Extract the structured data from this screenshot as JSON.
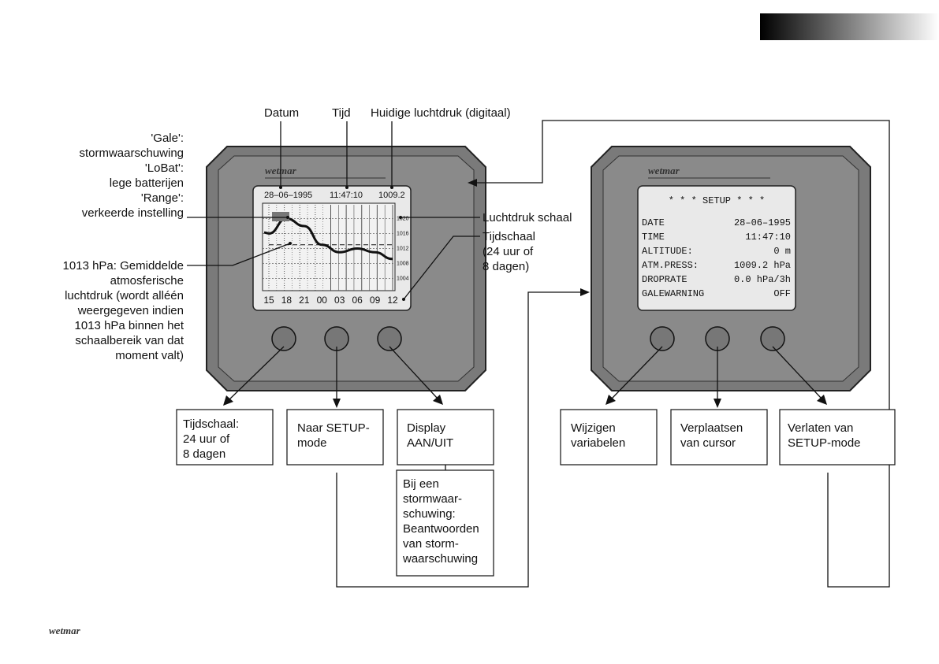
{
  "brand": "wetmar",
  "left_labels": {
    "gale": [
      "'Gale':",
      "stormwaarschuwing",
      "'LoBat':",
      "lege batterijen",
      "'Range':",
      "verkeerde instelling"
    ],
    "mean": [
      "1013 hPa: Gemiddelde",
      "atmosferische",
      "luchtdruk (wordt alléén",
      "weergegeven indien",
      "1013 hPa binnen het",
      "schaalbereik van dat",
      "moment valt)"
    ]
  },
  "top_labels": {
    "datum": "Datum",
    "tijd": "Tijd",
    "huidige": "Huidige luchtdruk (digitaal)"
  },
  "right_labels": {
    "schaal": "Luchtdruk schaal",
    "tijdschaal": [
      "Tijdschaal",
      "(24 uur of",
      "8 dagen)"
    ]
  },
  "display_left": {
    "date": "28–06–1995",
    "time": "11:47:10",
    "pressure": "1009.2",
    "y_ticks": [
      "1020",
      "1016",
      "1012",
      "1008",
      "1004"
    ],
    "hours": [
      "15",
      "18",
      "21",
      "00",
      "03",
      "06",
      "09",
      "12"
    ]
  },
  "display_right": {
    "title": "* * *  SETUP  * * *",
    "rows": [
      {
        "label": "DATE",
        "value": "28–06–1995"
      },
      {
        "label": "TIME",
        "value": "11:47:10"
      },
      {
        "label": "ALTITUDE:",
        "value": "0 m"
      },
      {
        "label": "ATM.PRESS:",
        "value": "1009.2 hPa"
      },
      {
        "label": "DROPRATE",
        "value": "0.0 hPa/3h"
      },
      {
        "label": "GALEWARNING",
        "value": "OFF"
      }
    ]
  },
  "boxes": {
    "b1": [
      "Tijdschaal:",
      "24 uur of",
      "8 dagen"
    ],
    "b2": [
      "Naar SETUP-",
      "mode"
    ],
    "b3": [
      "Display",
      "AAN/UIT"
    ],
    "b3b": [
      "Bij een",
      "stormwaar-",
      "schuwing:",
      "Beantwoorden",
      "van storm-",
      "waarschuwing"
    ],
    "b4": [
      "Wijzigen",
      "variabelen"
    ],
    "b5": [
      "Verplaatsen",
      "van cursor"
    ],
    "b6": [
      "Verlaten van",
      "SETUP-mode"
    ]
  },
  "chart_data": {
    "type": "line",
    "title": "",
    "xlabel": "",
    "ylabel": "",
    "categories": [
      "15",
      "18",
      "21",
      "00",
      "03",
      "06",
      "09",
      "12"
    ],
    "ylim": [
      1002,
      1022
    ],
    "series": [
      {
        "values": [
          1016,
          1020,
          1018,
          1013,
          1011,
          1012,
          1011,
          1009.2
        ]
      }
    ],
    "reference_line": 1013
  }
}
